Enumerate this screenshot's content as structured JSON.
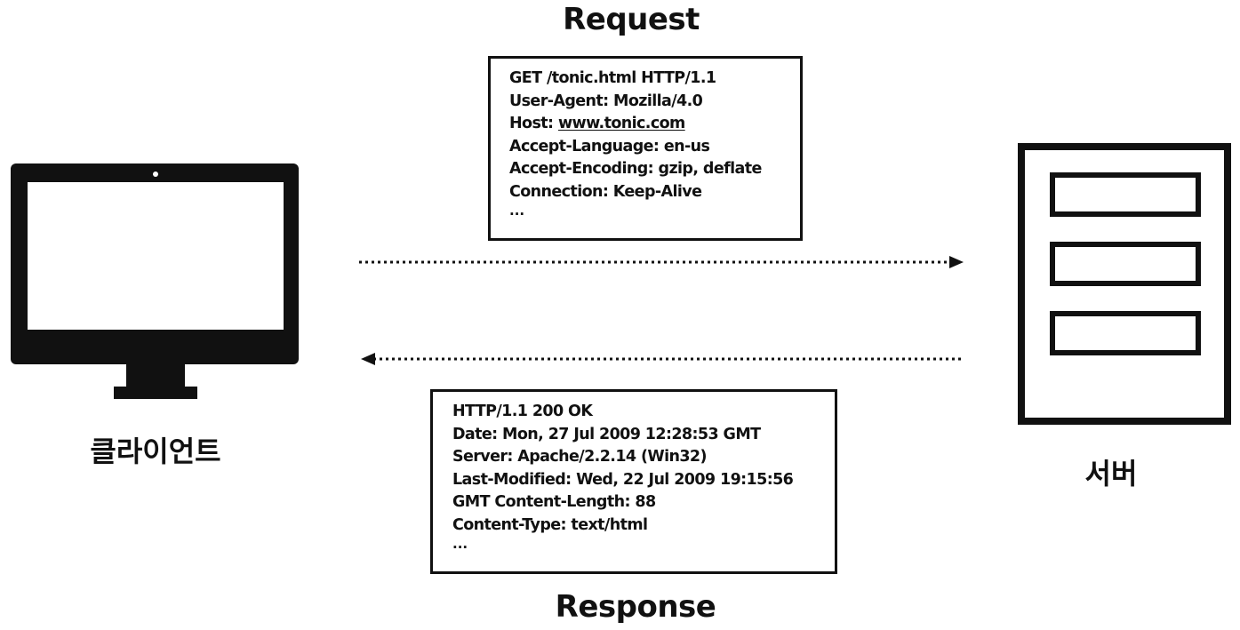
{
  "request": {
    "title": "Request",
    "lines": [
      "GET /tonic.html HTTP/1.1",
      "User-Agent: Mozilla/4.0",
      "Host: ",
      "Accept-Language: en-us",
      "Accept-Encoding: gzip, deflate",
      "Connection: Keep-Alive"
    ],
    "host_link": "www.tonic.com",
    "ellipsis": "..."
  },
  "response": {
    "title": "Response",
    "lines": [
      "HTTP/1.1 200 OK",
      "Date: Mon, 27 Jul 2009 12:28:53 GMT",
      "Server: Apache/2.2.14 (Win32)",
      "Last-Modified: Wed, 22 Jul 2009 19:15:56",
      "GMT Content-Length: 88",
      "Content-Type: text/html"
    ],
    "ellipsis": "..."
  },
  "client": {
    "label": "클라이언트",
    "icon": "monitor-icon"
  },
  "server": {
    "label": "서버",
    "icon": "server-icon"
  },
  "arrows": {
    "request_direction": "client-to-server",
    "response_direction": "server-to-client",
    "style": "dotted"
  },
  "colors": {
    "ink": "#111111",
    "background": "#ffffff"
  }
}
